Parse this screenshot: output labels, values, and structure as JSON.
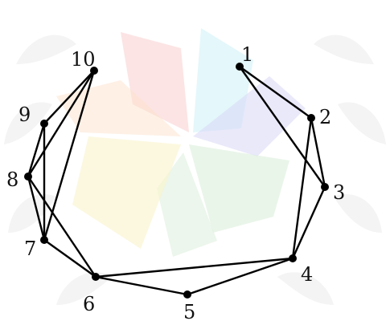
{
  "graph": {
    "nodes": [
      {
        "id": "1",
        "label": "1"
      },
      {
        "id": "2",
        "label": "2"
      },
      {
        "id": "3",
        "label": "3"
      },
      {
        "id": "4",
        "label": "4"
      },
      {
        "id": "5",
        "label": "5"
      },
      {
        "id": "6",
        "label": "6"
      },
      {
        "id": "7",
        "label": "7"
      },
      {
        "id": "8",
        "label": "8"
      },
      {
        "id": "9",
        "label": "9"
      },
      {
        "id": "10",
        "label": "10"
      }
    ],
    "edges": [
      [
        "1",
        "2"
      ],
      [
        "1",
        "3"
      ],
      [
        "2",
        "3"
      ],
      [
        "2",
        "4"
      ],
      [
        "3",
        "4"
      ],
      [
        "4",
        "5"
      ],
      [
        "4",
        "6"
      ],
      [
        "5",
        "6"
      ],
      [
        "6",
        "7"
      ],
      [
        "6",
        "8"
      ],
      [
        "7",
        "8"
      ],
      [
        "7",
        "9"
      ],
      [
        "8",
        "9"
      ],
      [
        "8",
        "10"
      ],
      [
        "9",
        "10"
      ],
      [
        "7",
        "10"
      ]
    ]
  },
  "style": {
    "edge_color": "#000000",
    "node_color": "#000000",
    "label_color": "#111111",
    "watermark_colors": [
      "#f4a6a6",
      "#a6e6f0",
      "#b8b8ef",
      "#f7eba0",
      "#b9dfb9",
      "#dcdcdc"
    ]
  }
}
